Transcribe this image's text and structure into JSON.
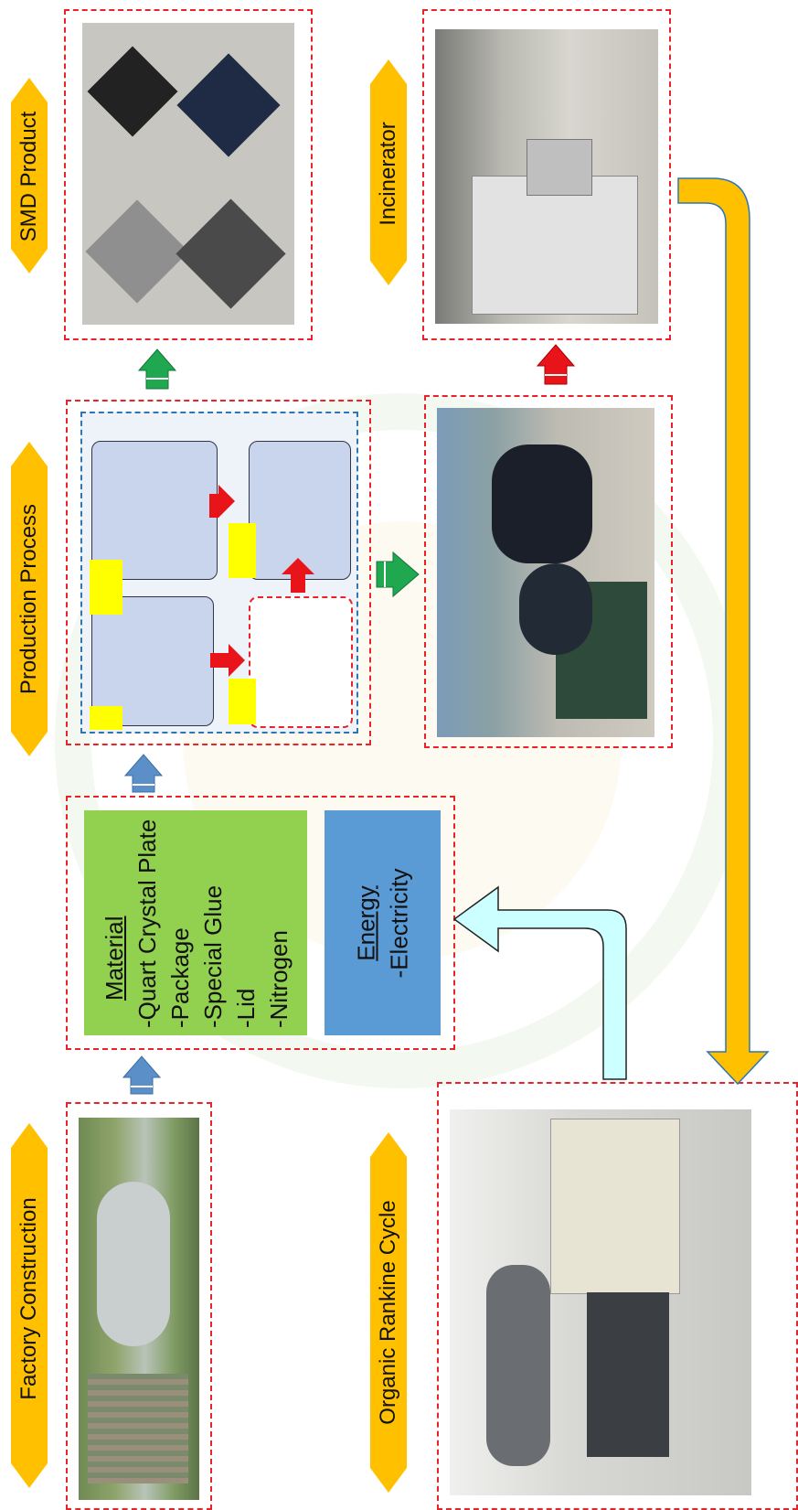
{
  "labels": {
    "factory": "Factory Construction",
    "production": "Production Process",
    "smd": "SMD Product",
    "incinerator": "Incinerator",
    "orc": "Organic Rankine Cycle"
  },
  "material": {
    "title": "Material",
    "items": [
      "-Quart Crystal Plate",
      "-Package",
      "-Special Glue",
      "-Lid",
      "-Nitrogen"
    ]
  },
  "energy": {
    "title": "Energy",
    "items": [
      "-Electricity"
    ]
  },
  "colors": {
    "label_fill": "#ffc000",
    "dash_border": "#e8242a",
    "material_fill": "#92d050",
    "energy_fill": "#5b9bd5",
    "arrow_blue": "#5b8fc7",
    "arrow_green": "#1fa84f",
    "arrow_red": "#e8141a",
    "arrow_orange": "#ffc000",
    "arrow_cyan": "#ccffff"
  }
}
